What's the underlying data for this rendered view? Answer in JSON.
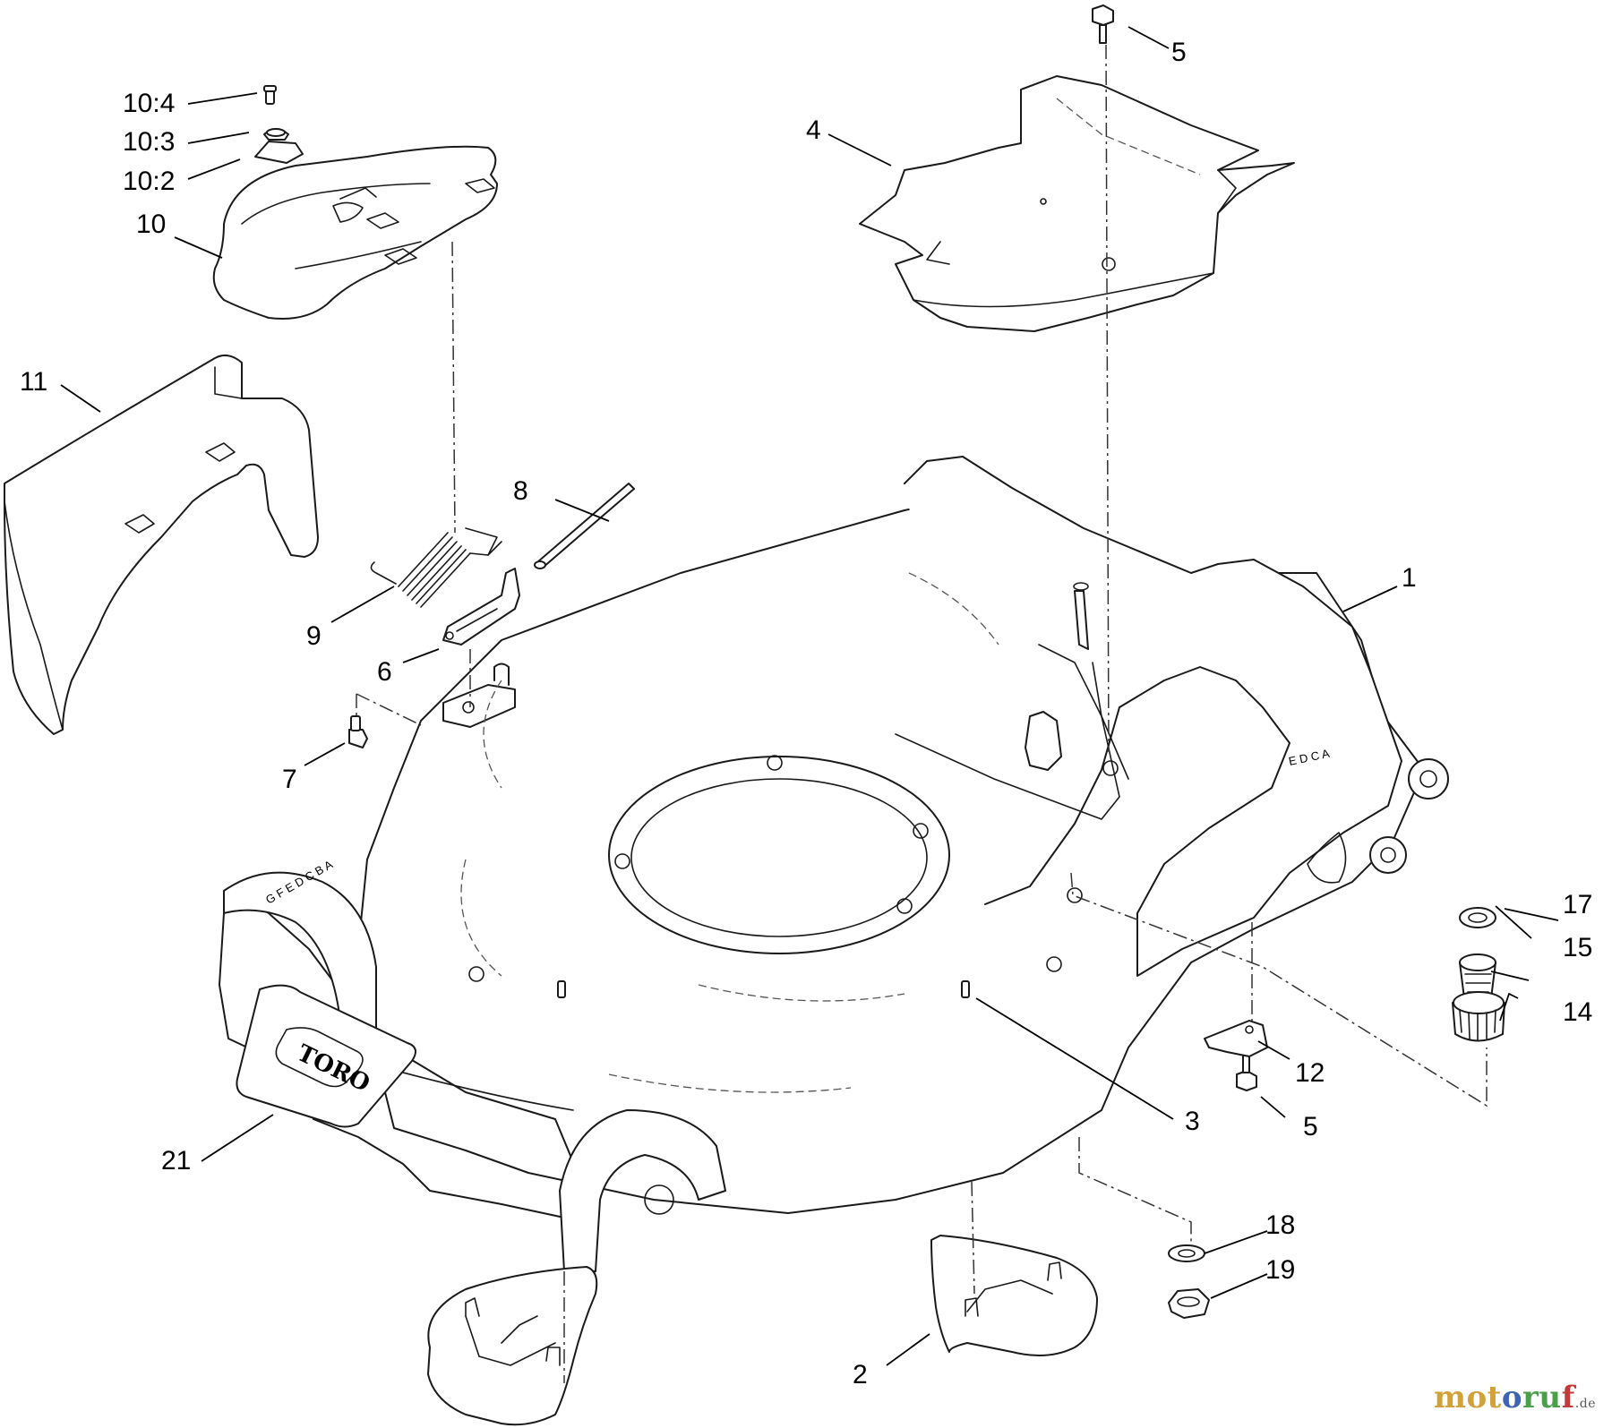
{
  "diagram": {
    "callouts": {
      "c1": "1",
      "c2": "2",
      "c3": "3",
      "c4": "4",
      "c5a": "5",
      "c5b": "5",
      "c6": "6",
      "c7": "7",
      "c8": "8",
      "c9": "9",
      "c10": "10",
      "c10_2": "10:2",
      "c10_3": "10:3",
      "c10_4": "10:4",
      "c11": "11",
      "c12": "12",
      "c14": "14",
      "c15": "15",
      "c17": "17",
      "c18": "18",
      "c19": "19",
      "c21": "21"
    },
    "logo_text": "TORO",
    "front_height_scale": "G F E D C B A",
    "side_height_scale": "E D C A"
  },
  "watermark": {
    "p1": "mot",
    "p2": "o",
    "p3": "ru",
    "p4": "f",
    "tld": ".de"
  }
}
